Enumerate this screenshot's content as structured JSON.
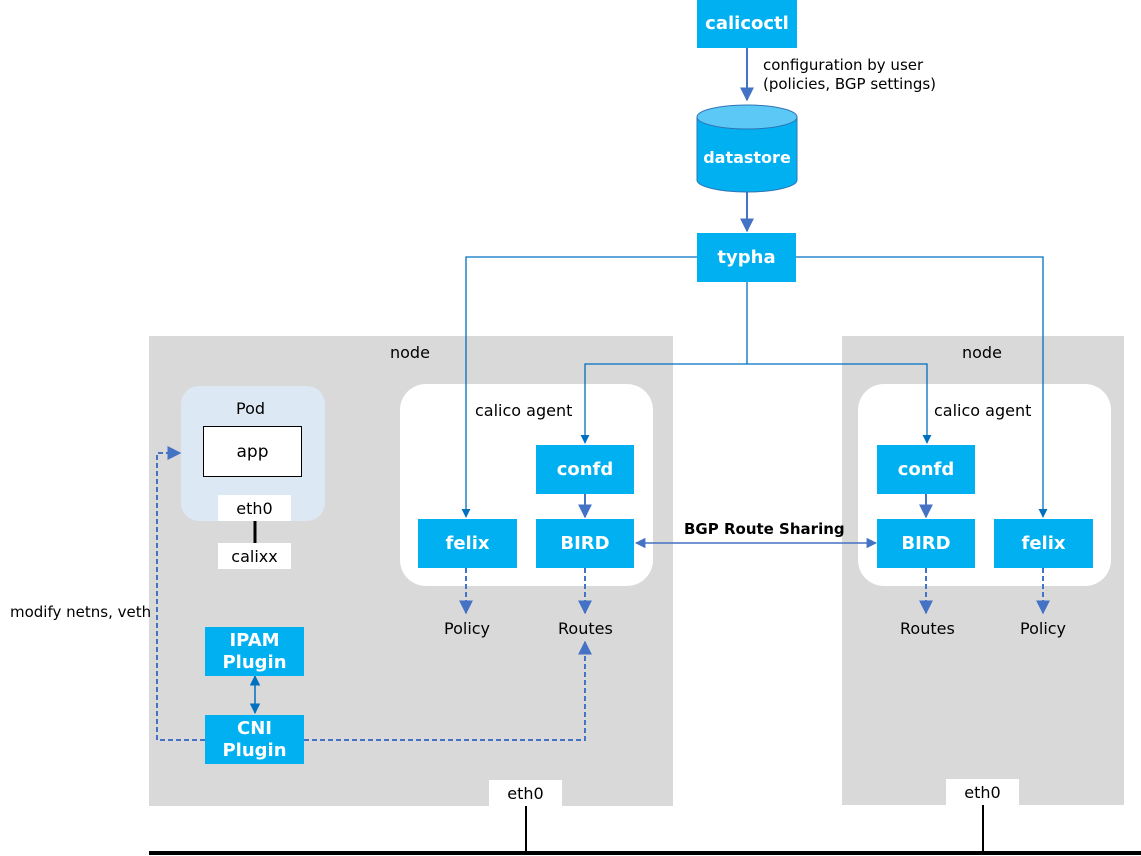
{
  "diagram": {
    "calicoctl": "calicoctl",
    "config_note_line1": "configuration by user",
    "config_note_line2": "(policies, BGP settings)",
    "datastore": "datastore",
    "typha": "typha",
    "bgp_label": "BGP Route Sharing",
    "modify_label": "modify netns, veth",
    "left_node": {
      "title": "node",
      "agent_title": "calico agent",
      "confd": "confd",
      "felix": "felix",
      "bird": "BIRD",
      "policy": "Policy",
      "routes": "Routes",
      "pod_title": "Pod",
      "app": "app",
      "pod_eth": "eth0",
      "veth": "calixx",
      "ipam_line1": "IPAM",
      "ipam_line2": "Plugin",
      "cni_line1": "CNI",
      "cni_line2": "Plugin",
      "eth": "eth0"
    },
    "right_node": {
      "title": "node",
      "agent_title": "calico agent",
      "confd": "confd",
      "bird": "BIRD",
      "felix": "felix",
      "routes": "Routes",
      "policy": "Policy",
      "eth": "eth0"
    },
    "colors": {
      "component": "#00b0f0",
      "node_bg": "#d9d9d9",
      "pod_bg": "#dde8f5",
      "arrow": "#4472c4",
      "connector": "#0070c0"
    }
  }
}
